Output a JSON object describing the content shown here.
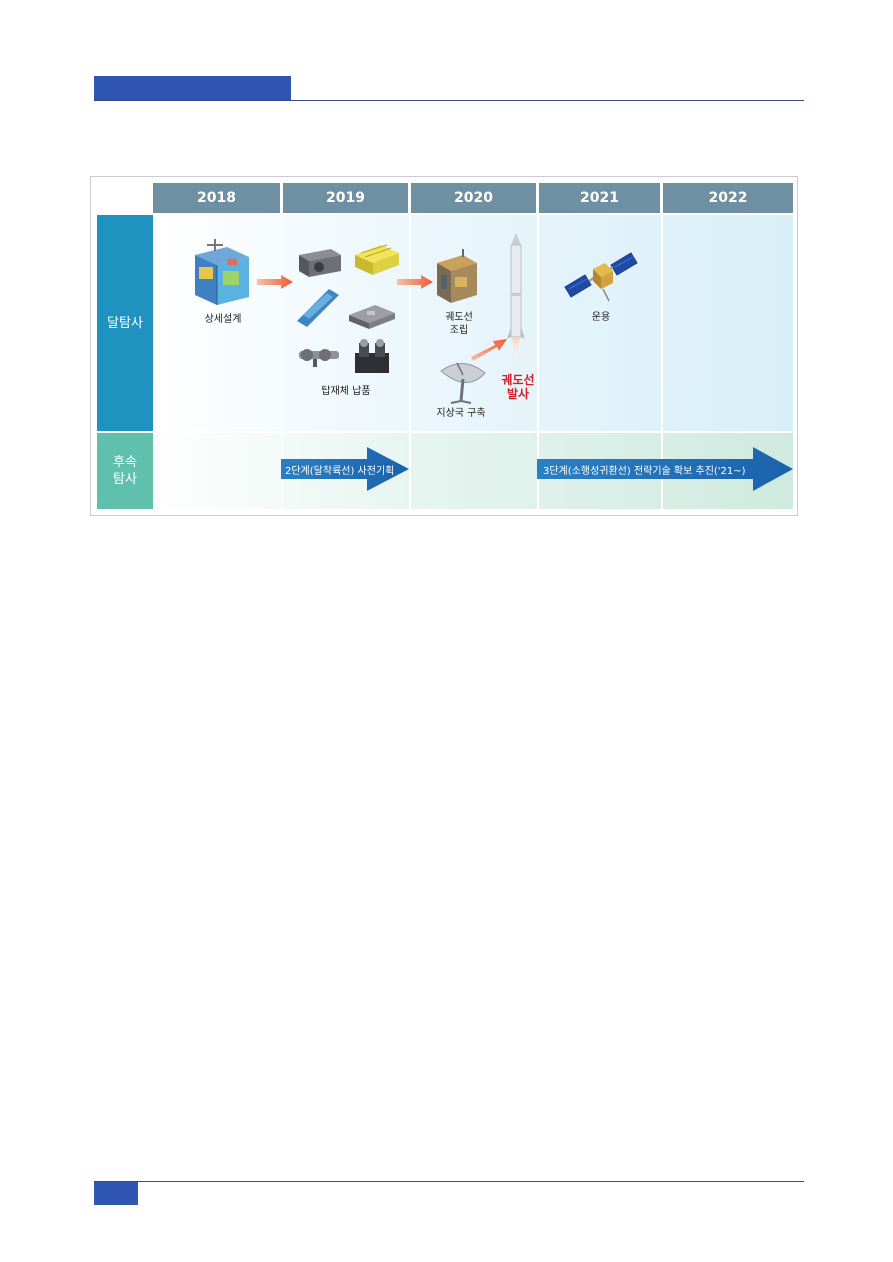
{
  "figure": {
    "years": [
      "2018",
      "2019",
      "2020",
      "2021",
      "2022"
    ],
    "rows": [
      {
        "label": "달탐사"
      },
      {
        "label": "후속\n탐사"
      }
    ],
    "stages": {
      "detailed_design": "상세설계",
      "payload_delivery": "탑재체 납품",
      "orbiter_assembly": "궤도선\n조립",
      "ground_station": "지상국 구축",
      "orbiter_launch": "궤도선\n발사",
      "operation": "운용"
    },
    "followup": {
      "stage2": "2단계(달착륙선) 사전기획",
      "stage3": "3단계(소행성귀환선) 전략기술 확보 추진('21~)"
    }
  },
  "colors": {
    "header_blue": "#2f56b3",
    "year_header": "#6f8fa2",
    "row1_label": "#1e93c0",
    "row2_label": "#5fc1ad",
    "arrow_blue": "#1a6fb5",
    "flow_arrow": "#ee6a43",
    "launch_red": "#d3202b"
  }
}
